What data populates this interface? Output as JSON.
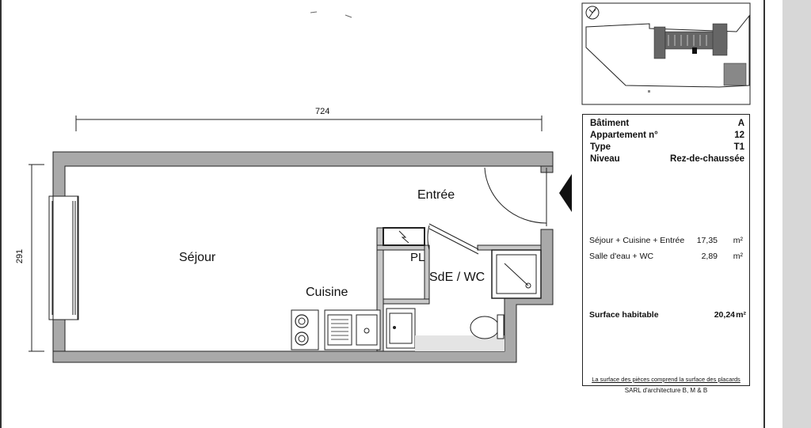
{
  "plan": {
    "dimension_width": "724",
    "dimension_height": "291",
    "rooms": {
      "sejour": "Séjour",
      "cuisine": "Cuisine",
      "entree": "Entrée",
      "pl": "PL",
      "sde_wc": "SdE / WC"
    }
  },
  "info": {
    "rows": [
      {
        "label": "Bâtiment",
        "value": "A"
      },
      {
        "label": "Appartement n°",
        "value": "12"
      },
      {
        "label": "Type",
        "value": "T1"
      },
      {
        "label": "Niveau",
        "value": "Rez-de-chaussée"
      }
    ],
    "areas": [
      {
        "label": "Séjour + Cuisine + Entrée",
        "value": "17,35",
        "unit": "m²"
      },
      {
        "label": "Salle d'eau + WC",
        "value": "2,89",
        "unit": "m²"
      }
    ],
    "total": {
      "label": "Surface habitable",
      "value": "20,24",
      "unit": "m²"
    },
    "note": "La surface des pièces comprend la surface des placards"
  },
  "credit": "SARL d'architecture B, M & B"
}
